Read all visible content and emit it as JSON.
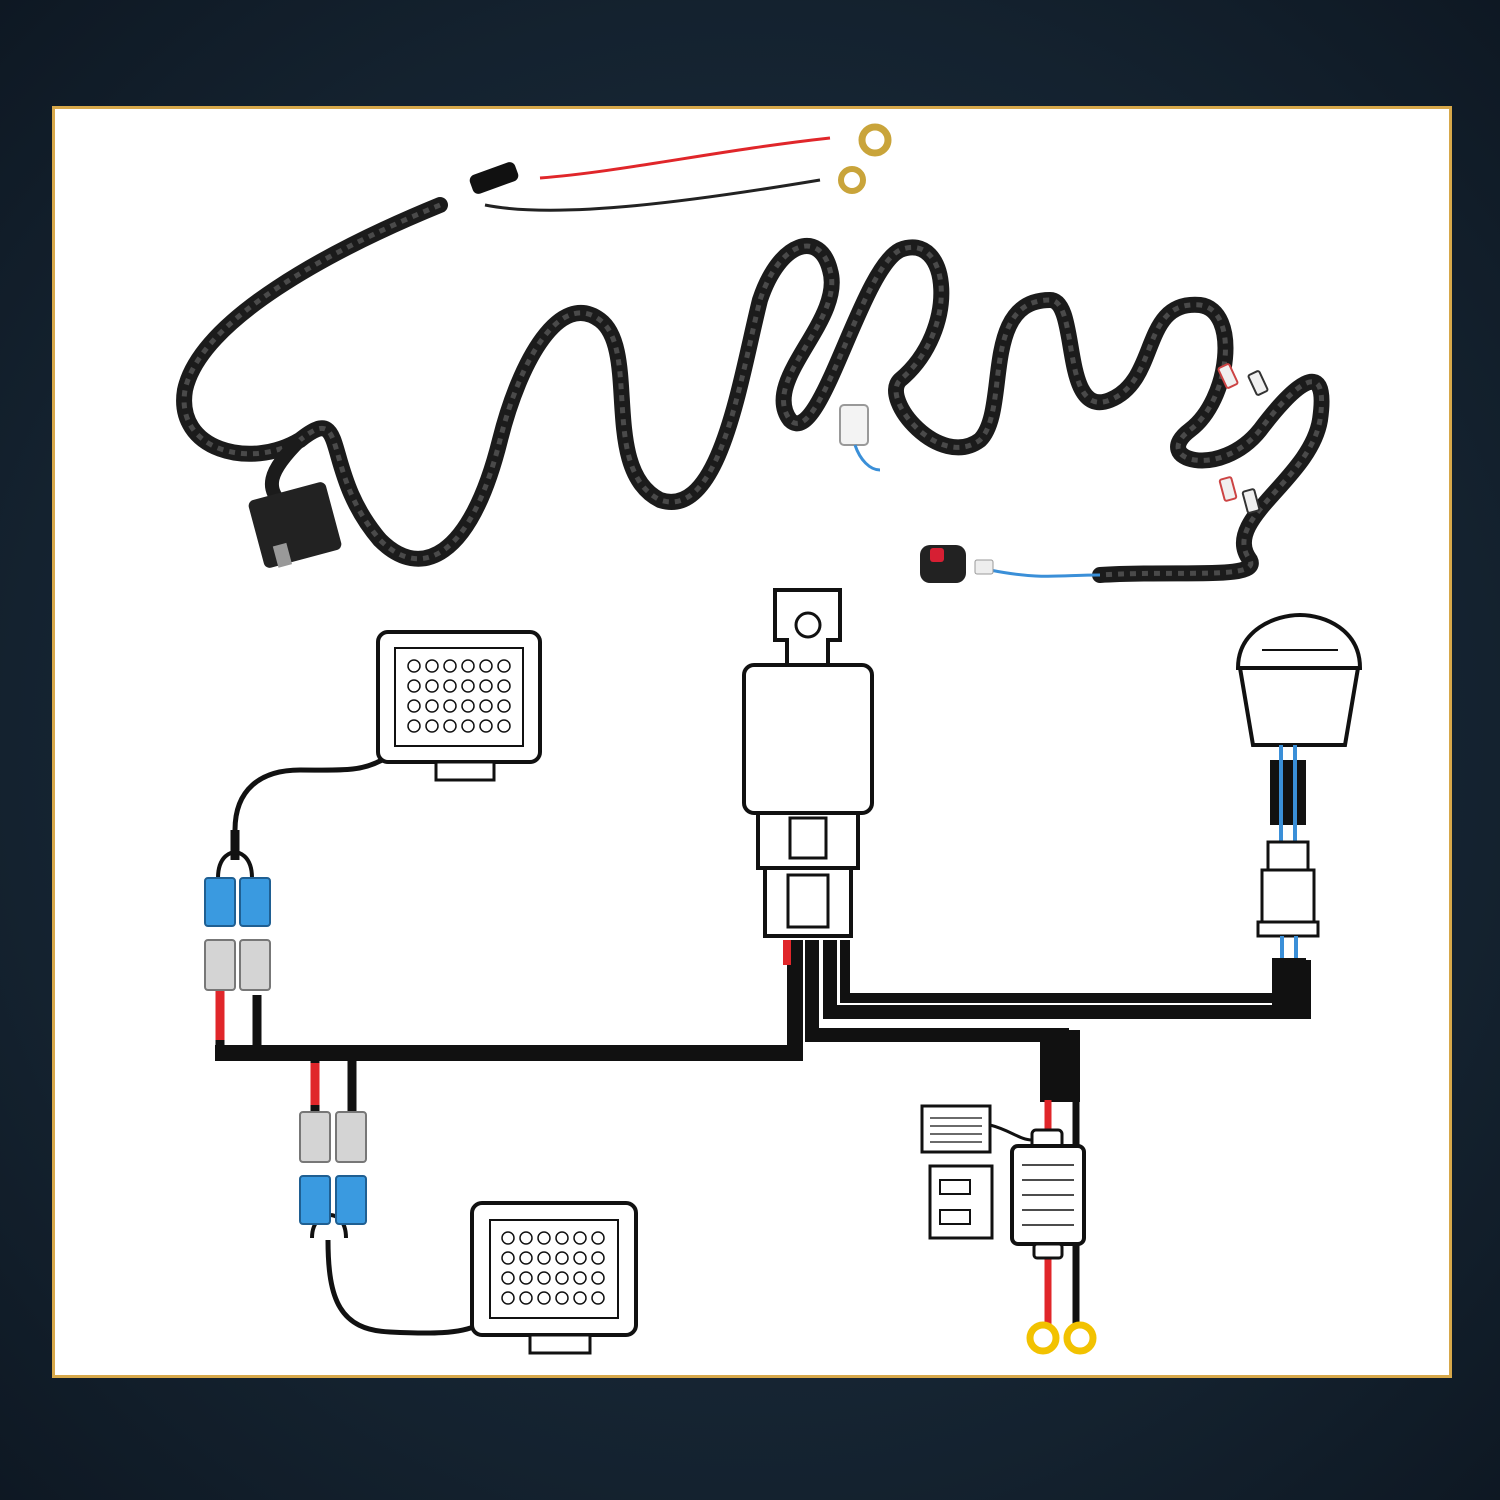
{
  "colors": {
    "background": "#16253a",
    "border": "#d7a84a",
    "harness": "#1b1b1b",
    "wire_red": "#e0262a",
    "wire_blue": "#3a8fd8",
    "ring_terminal": "#f2c200",
    "connector_blue": "#3a9ae0",
    "connector_gray": "#c8c8c8",
    "switch_light": "#d61f33"
  },
  "components": [
    {
      "id": "led-light-bar-top",
      "icon": "led-work-light-icon"
    },
    {
      "id": "led-light-bar-bottom",
      "icon": "led-work-light-icon"
    },
    {
      "id": "relay",
      "icon": "relay-icon"
    },
    {
      "id": "rocker-switch",
      "icon": "rocker-switch-icon"
    },
    {
      "id": "fuse-holder",
      "icon": "inline-fuse-holder-icon"
    },
    {
      "id": "battery-ring-terminals",
      "icon": "ring-terminal-icon"
    }
  ]
}
